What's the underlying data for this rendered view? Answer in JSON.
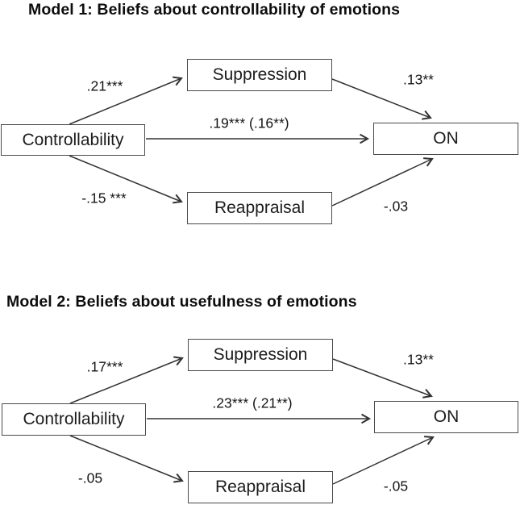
{
  "colors": {
    "background": "#ffffff",
    "box_border": "#4a4a4a",
    "arrow": "#333333",
    "text": "#141414"
  },
  "models": [
    {
      "title": "Model 1: Beliefs about controllability of emotions",
      "predictor": "Controllability",
      "mediator_top": "Suppression",
      "mediator_bottom": "Reappraisal",
      "outcome": "ON",
      "coef_predictor_to_top": ".21***",
      "coef_top_to_outcome": ".13**",
      "coef_direct": ".19*** (.16**)",
      "coef_predictor_to_bottom": "-.15 ***",
      "coef_bottom_to_outcome": "-.03"
    },
    {
      "title": "Model 2: Beliefs about usefulness of emotions",
      "predictor": "Controllability",
      "mediator_top": "Suppression",
      "mediator_bottom": "Reappraisal",
      "outcome": "ON",
      "coef_predictor_to_top": ".17***",
      "coef_top_to_outcome": ".13**",
      "coef_direct": ".23*** (.21**)",
      "coef_predictor_to_bottom": "-.05",
      "coef_bottom_to_outcome": "-.05"
    }
  ]
}
